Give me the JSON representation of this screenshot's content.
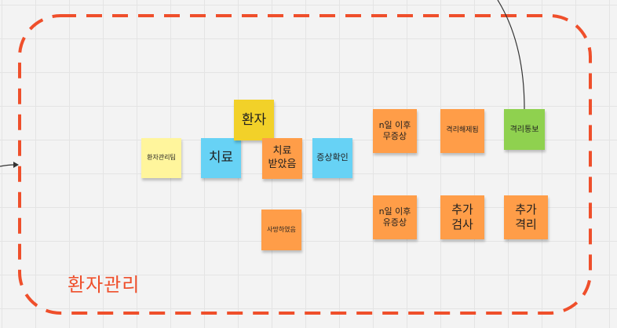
{
  "frame": {
    "label": "환자관리",
    "border_color": "#ef4f2b"
  },
  "notes": {
    "patient_manage_team": {
      "text": "환자관리팀",
      "color": "#fff59c"
    },
    "treatment": {
      "text": "치료",
      "color": "#67d2f5"
    },
    "patient": {
      "text": "환자",
      "color": "#f2d129"
    },
    "treated": {
      "text": "치료\n받았음",
      "color": "#ff9d48"
    },
    "symptom_check": {
      "text": "증상확인",
      "color": "#67d2f5"
    },
    "deceased": {
      "text": "사망하였음",
      "color": "#ff9d48"
    },
    "asymptomatic_after_n_days": {
      "text": "n일 이후\n무증상",
      "color": "#ff9d48"
    },
    "released_from_isolation": {
      "text": "격리해제됨",
      "color": "#ff9d48"
    },
    "isolation_notice": {
      "text": "격리통보",
      "color": "#8fd14f"
    },
    "symptomatic_after_n_days": {
      "text": "n일 이후\n유증상",
      "color": "#ff9d48"
    },
    "additional_test": {
      "text": "추가\n검사",
      "color": "#ff9d48"
    },
    "additional_isolation": {
      "text": "추가\n격리",
      "color": "#ff9d48"
    }
  },
  "connectors": {
    "line_color": "#333333"
  }
}
